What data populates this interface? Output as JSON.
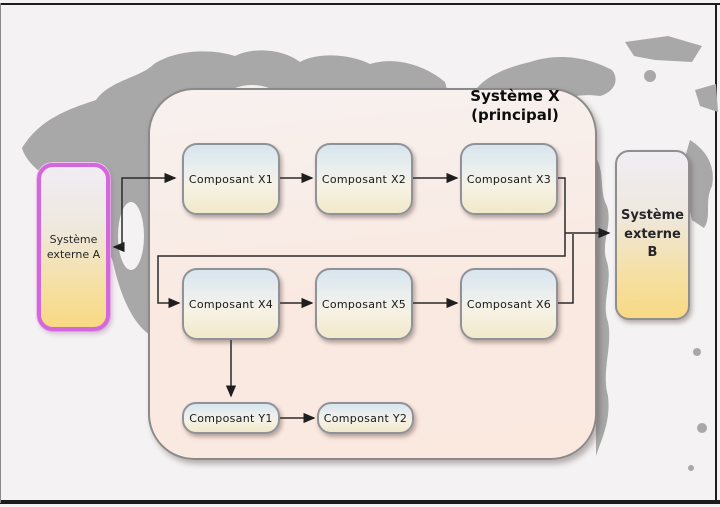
{
  "title": {
    "line1": "Système X",
    "line2": "(principal)"
  },
  "external_a": {
    "line1": "Système",
    "line2": "externe A",
    "border_color": "#d567de"
  },
  "external_b": {
    "line1": "Système",
    "line2": "externe B",
    "border_color": "#8f8f8f"
  },
  "components": [
    {
      "id": "x1",
      "label": "Composant X1"
    },
    {
      "id": "x2",
      "label": "Composant X2"
    },
    {
      "id": "x3",
      "label": "Composant X3"
    },
    {
      "id": "x4",
      "label": "Composant X4"
    },
    {
      "id": "x5",
      "label": "Composant X5"
    },
    {
      "id": "x6",
      "label": "Composant X6"
    },
    {
      "id": "y1",
      "label": "Composant Y1"
    },
    {
      "id": "y2",
      "label": "Composant Y2"
    }
  ],
  "colors": {
    "map_land": "#a8a8a8",
    "background": "#f4f2f2",
    "connector": "#2b2b2b",
    "container_border": "#8a8a8a",
    "container_fill_top": "#f8f1ef",
    "container_fill_bottom": "#fbe9df",
    "component_fill_top": "#d7e5ee",
    "component_fill_bottom": "#f1e9ca",
    "external_fill_bottom": "#f8d983"
  }
}
